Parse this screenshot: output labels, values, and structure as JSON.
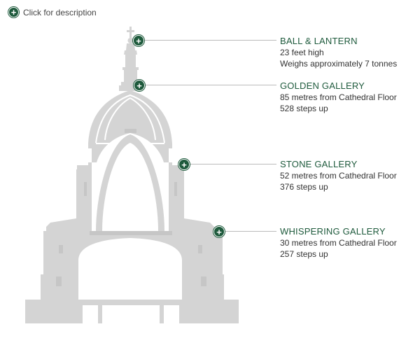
{
  "hint": {
    "text": "Click for description"
  },
  "colors": {
    "accent": "#1e5a3c",
    "building": "#d4d4d4",
    "building_dark": "#c6c6c6",
    "leader": "#bbbbbb",
    "text": "#333333"
  },
  "callouts": [
    {
      "id": "ball-lantern",
      "title": "BALL & LANTERN",
      "lines": [
        "23 feet high",
        "Weighs approximately 7 tonnes"
      ]
    },
    {
      "id": "golden-gallery",
      "title": "GOLDEN GALLERY",
      "lines": [
        "85 metres from Cathedral Floor",
        "528 steps up"
      ]
    },
    {
      "id": "stone-gallery",
      "title": "STONE GALLERY",
      "lines": [
        "52 metres from Cathedral Floor",
        "376 steps up"
      ]
    },
    {
      "id": "whispering-gallery",
      "title": "WHISPERING GALLERY",
      "lines": [
        "30 metres from Cathedral Floor",
        "257 steps up"
      ]
    }
  ]
}
